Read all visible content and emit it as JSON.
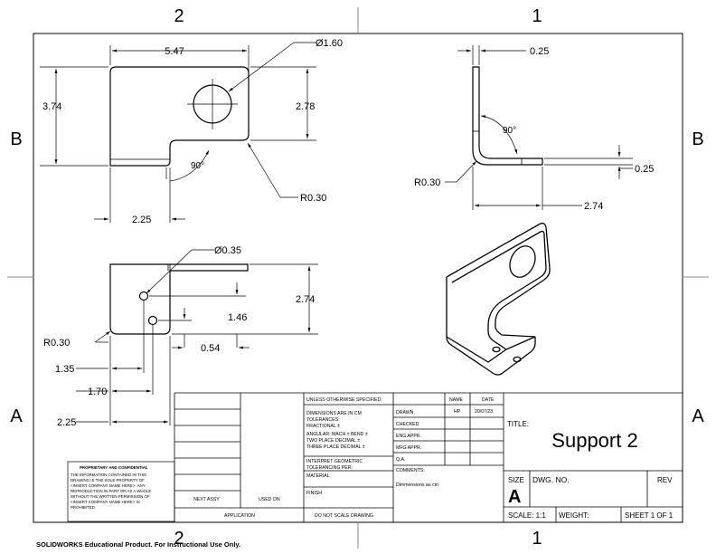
{
  "zones": {
    "col_left": "2",
    "col_right": "1",
    "row_upper": "B",
    "row_lower": "A"
  },
  "front_view": {
    "width": "5.47",
    "hole_dia": "Ø1.60",
    "height_left": "3.74",
    "height_right": "2.78",
    "angle": "90°",
    "bend_radius": "R0.30",
    "offset": "2.25"
  },
  "side_view": {
    "thickness_top": "0.25",
    "angle": "90°",
    "bend_radius": "R0.30",
    "thickness_right": "0.25",
    "length": "2.74"
  },
  "top_view": {
    "hole_dia": "Ø0.35",
    "depth": "2.74",
    "hole_offset": "1.46",
    "edge": "0.54",
    "bend_radius": "R0.30",
    "h1": "1.35",
    "h2": "1.70",
    "h3": "2.25"
  },
  "title_block": {
    "unless": "UNLESS OTHERWISE SPECIFIED:",
    "name_hdr": "NAME",
    "date_hdr": "DATE",
    "dims1": "DIMENSIONS ARE IN CM",
    "dims2": "TOLERANCES:",
    "dims3": "FRACTIONAL ±",
    "dims4": "ANGULAR: MACH ±   BEND ±",
    "dims5": "TWO PLACE DECIMAL   ±",
    "dims6": "THREE PLACE DECIMAL  ±",
    "drawn": "DRAWN",
    "drawn_name": "HP",
    "drawn_date": "20/07/23",
    "checked": "CHECKED",
    "eng": "ENG APPR.",
    "mfg": "MFG APPR.",
    "qa": "Q.A.",
    "comments": "COMMENTS:",
    "comment_text": "Dimmensions au cm",
    "interp1": "INTERPRET GEOMETRIC",
    "interp2": "TOLERANCING PER:",
    "material": "MATERIAL",
    "finish": "FINISH",
    "no_scale": "DO NOT SCALE DRAWING",
    "next_assy": "NEXT ASSY",
    "used_on": "USED ON",
    "application": "APPLICATION",
    "title_label": "TITLE:",
    "title": "Support 2",
    "size_label": "SIZE",
    "size": "A",
    "dwg_no": "DWG.  NO.",
    "rev": "REV",
    "scale": "SCALE: 1:1",
    "weight": "WEIGHT:",
    "sheet": "SHEET 1 OF 1"
  },
  "proprietary": {
    "heading": "PROPRIETARY AND CONFIDENTIAL",
    "lines": [
      "THE INFORMATION CONTAINED IN THIS",
      "DRAWING IS THE SOLE PROPERTY OF",
      "<INSERT COMPANY NAME HERE>.  ANY",
      "REPRODUCTION IN PART OR AS A WHOLE",
      "WITHOUT THE WRITTEN PERMISSION OF",
      "<INSERT COMPANY NAME HERE> IS",
      "PROHIBITED."
    ]
  },
  "footer": "SOLIDWORKS Educational Product. For Instructional Use Only."
}
